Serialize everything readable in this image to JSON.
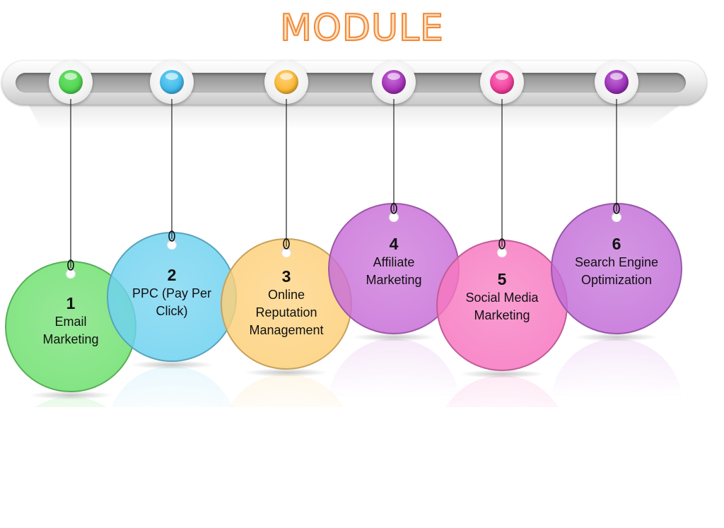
{
  "title": "MODULE",
  "modules": [
    {
      "number": "1",
      "label_lines": [
        "Email",
        "Marketing"
      ],
      "color": "#6fe06f",
      "bead": "#4fd64f"
    },
    {
      "number": "2",
      "label_lines": [
        "PPC (Pay Per",
        "Click)"
      ],
      "color": "#6fd2f0",
      "bead": "#3fb9ec"
    },
    {
      "number": "3",
      "label_lines": [
        "Online",
        "Reputation",
        "Management"
      ],
      "color": "#fdd07a",
      "bead": "#fbb833"
    },
    {
      "number": "4",
      "label_lines": [
        "Affiliate",
        "Marketing"
      ],
      "color": "#c970d8",
      "bead": "#a32fb8"
    },
    {
      "number": "5",
      "label_lines": [
        "Social Media",
        "Marketing"
      ],
      "color": "#f777c0",
      "bead": "#f23d9a"
    },
    {
      "number": "6",
      "label_lines": [
        "Search Engine",
        "Optimization"
      ],
      "color": "#c36fd8",
      "bead": "#9a2fb6"
    }
  ]
}
